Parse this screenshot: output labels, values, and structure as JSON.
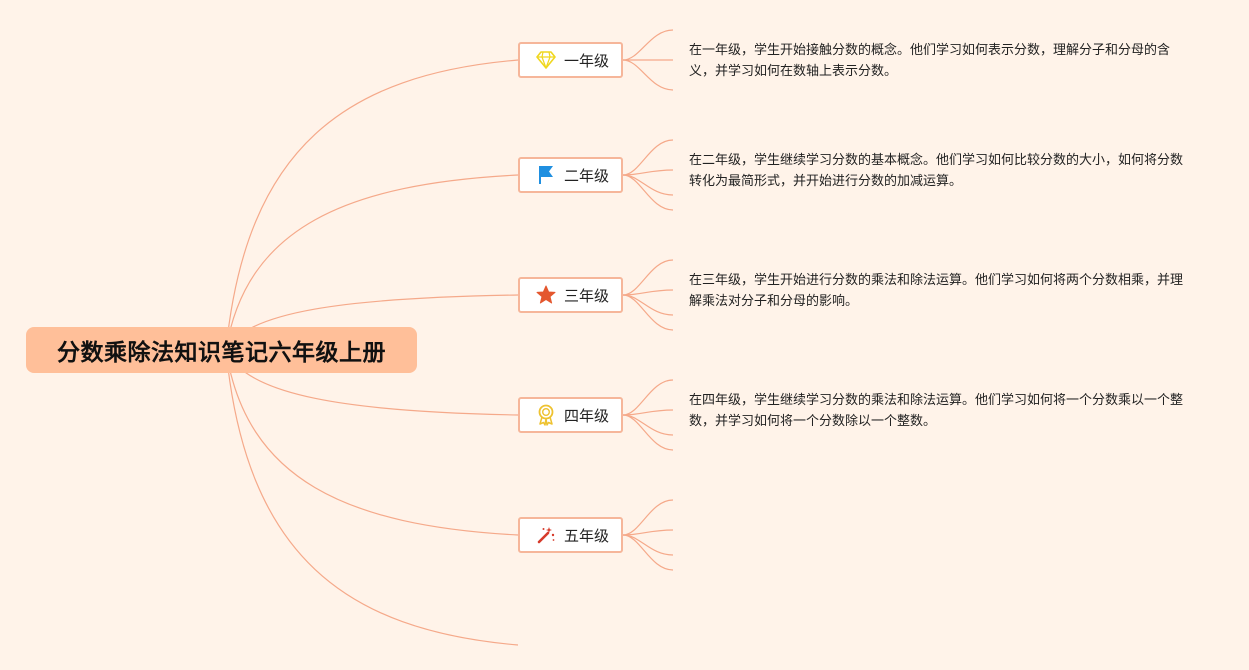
{
  "root": {
    "label": "分数乘除法知识笔记六年级上册"
  },
  "branches": [
    {
      "label": "一年级",
      "icon": "diamond-icon",
      "note": "在一年级，学生开始接触分数的概念。他们学习如何表示分数，理解分子和分母的含义，并学习如何在数轴上表示分数。"
    },
    {
      "label": "二年级",
      "icon": "flag-icon",
      "note": "在二年级，学生继续学习分数的基本概念。他们学习如何比较分数的大小，如何将分数转化为最简形式，并开始进行分数的加减运算。"
    },
    {
      "label": "三年级",
      "icon": "star-icon",
      "note": "在三年级，学生开始进行分数的乘法和除法运算。他们学习如何将两个分数相乘，并理解乘法对分子和分母的影响。"
    },
    {
      "label": "四年级",
      "icon": "medal-icon",
      "note": "在四年级，学生继续学习分数的乘法和除法运算。他们学习如何将一个分数乘以一个整数，并学习如何将一个分数除以一个整数。"
    },
    {
      "label": "五年级",
      "icon": "magic-wand-icon",
      "note": ""
    }
  ],
  "colors": {
    "background": "#fff3e9",
    "root_fill": "#ffbf99",
    "branch_border": "#f6b69a",
    "link": "#f5a98a",
    "diamond": "#f7e233",
    "flag": "#1f8fe0",
    "star": "#e4572e",
    "medal": "#eec230",
    "wand": "#d63a2a"
  }
}
